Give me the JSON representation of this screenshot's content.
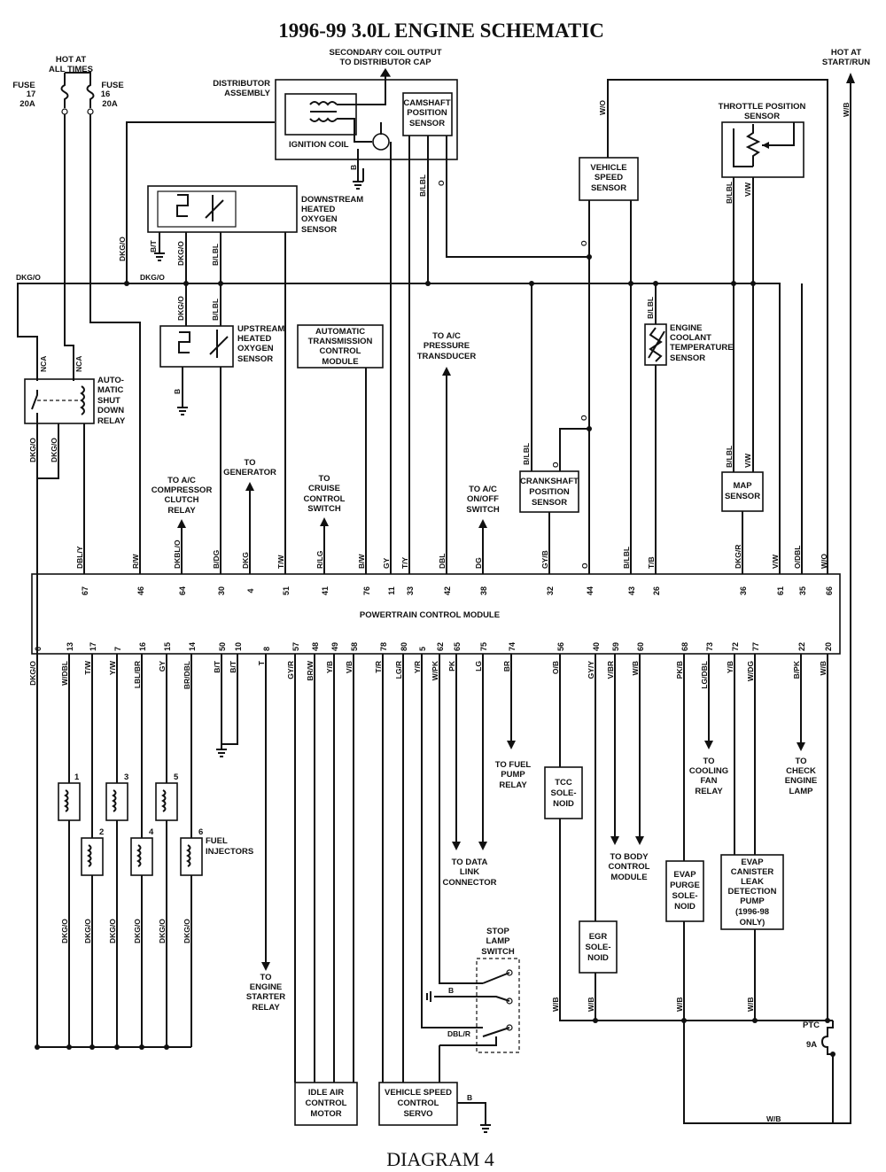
{
  "title": "1996-99 3.0L ENGINE SCHEMATIC",
  "footer": "DIAGRAM 4",
  "labels": {
    "hot_at_all_times": [
      "HOT AT",
      "ALL TIMES"
    ],
    "hot_at_start_run": [
      "HOT AT",
      "START/RUN"
    ],
    "fuse17": [
      "FUSE",
      "17",
      "20A"
    ],
    "fuse16": [
      "FUSE",
      "16",
      "20A"
    ],
    "secondary_coil": [
      "SECONDARY COIL OUTPUT",
      "TO DISTRIBUTOR CAP"
    ],
    "distributor_assembly": [
      "DISTRIBUTOR",
      "ASSEMBLY"
    ],
    "ignition_coil": "IGNITION COIL",
    "camshaft_sensor": [
      "CAMSHAFT",
      "POSITION",
      "SENSOR"
    ],
    "vehicle_speed_sensor": [
      "VEHICLE",
      "SPEED",
      "SENSOR"
    ],
    "throttle_position_sensor": [
      "THROTTLE POSITION",
      "SENSOR"
    ],
    "downstream_o2": [
      "DOWNSTREAM",
      "HEATED",
      "OXYGEN",
      "SENSOR"
    ],
    "upstream_o2": [
      "UPSTREAM",
      "HEATED",
      "OXYGEN",
      "SENSOR"
    ],
    "atcm": [
      "AUTOMATIC",
      "TRANSMISSION",
      "CONTROL",
      "MODULE"
    ],
    "ac_pressure": [
      "TO A/C",
      "PRESSURE",
      "TRANSDUCER"
    ],
    "ect_sensor": [
      "ENGINE",
      "COOLANT",
      "TEMPERATURE",
      "SENSOR"
    ],
    "asd_relay": [
      "AUTO-",
      "MATIC",
      "SHUT",
      "DOWN",
      "RELAY"
    ],
    "nca": "NCA",
    "ac_clutch_relay": [
      "TO A/C",
      "COMPRESSOR",
      "CLUTCH",
      "RELAY"
    ],
    "to_generator": [
      "TO",
      "GENERATOR"
    ],
    "to_cruise": [
      "TO",
      "CRUISE",
      "CONTROL",
      "SWITCH"
    ],
    "ac_onoff": [
      "TO A/C",
      "ON/OFF",
      "SWITCH"
    ],
    "crankshaft_sensor": [
      "CRANKSHAFT",
      "POSITION",
      "SENSOR"
    ],
    "map_sensor": [
      "MAP",
      "SENSOR"
    ],
    "pcm": "POWERTRAIN CONTROL MODULE",
    "fuel_injectors": [
      "FUEL",
      "INJECTORS"
    ],
    "to_fuel_pump": [
      "TO FUEL",
      "PUMP",
      "RELAY"
    ],
    "tcc_solenoid": [
      "TCC",
      "SOLE-",
      "NOID"
    ],
    "to_data_link": [
      "TO DATA",
      "LINK",
      "CONNECTOR"
    ],
    "to_body_control": [
      "TO BODY",
      "CONTROL",
      "MODULE"
    ],
    "to_cooling_fan": [
      "TO",
      "COOLING",
      "FAN",
      "RELAY"
    ],
    "to_check_engine": [
      "TO",
      "CHECK",
      "ENGINE",
      "LAMP"
    ],
    "evap_purge": [
      "EVAP",
      "PURGE",
      "SOLE-",
      "NOID"
    ],
    "evap_leak": [
      "EVAP",
      "CANISTER",
      "LEAK",
      "DETECTION",
      "PUMP",
      "(1996-98",
      "ONLY)"
    ],
    "egr_solenoid": [
      "EGR",
      "SOLE-",
      "NOID"
    ],
    "stop_lamp_switch": [
      "STOP",
      "LAMP",
      "SWITCH"
    ],
    "to_starter_relay": [
      "TO",
      "ENGINE",
      "STARTER",
      "RELAY"
    ],
    "idle_air": [
      "IDLE AIR",
      "CONTROL",
      "MOTOR"
    ],
    "speed_control_servo": [
      "VEHICLE SPEED",
      "CONTROL",
      "SERVO"
    ],
    "ptc": [
      "PTC",
      "9A"
    ],
    "injector_numbers": [
      "1",
      "2",
      "3",
      "4",
      "5",
      "6"
    ]
  },
  "top_pins": [
    {
      "pin": "67",
      "wire": "DBL/Y"
    },
    {
      "pin": "46",
      "wire": "R/W"
    },
    {
      "pin": "64",
      "wire": "DKBL/O"
    },
    {
      "pin": "30",
      "wire": "B/DG"
    },
    {
      "pin": "4",
      "wire": "DKG"
    },
    {
      "pin": "51",
      "wire": "T/W"
    },
    {
      "pin": "41",
      "wire": "R/LG"
    },
    {
      "pin": "76",
      "wire": "B/W"
    },
    {
      "pin": "11",
      "wire": "GY"
    },
    {
      "pin": "33",
      "wire": "T/Y"
    },
    {
      "pin": "42",
      "wire": "DBL"
    },
    {
      "pin": "38",
      "wire": "DG"
    },
    {
      "pin": "32",
      "wire": "GY/B"
    },
    {
      "pin": "44",
      "wire": "O"
    },
    {
      "pin": "43",
      "wire": "B/LBL"
    },
    {
      "pin": "26",
      "wire": "T/B"
    },
    {
      "pin": "36",
      "wire": "DKG/R"
    },
    {
      "pin": "61",
      "wire": "V/W"
    },
    {
      "pin": "35",
      "wire": "O/DBL"
    },
    {
      "pin": "66",
      "wire": "W/O"
    }
  ],
  "bottom_pins": [
    {
      "pin": "6",
      "wire": "DKG/O"
    },
    {
      "pin": "13",
      "wire": "W/DBL"
    },
    {
      "pin": "17",
      "wire": "T/W"
    },
    {
      "pin": "7",
      "wire": "Y/W"
    },
    {
      "pin": "16",
      "wire": "LBL/BR"
    },
    {
      "pin": "15",
      "wire": "GY"
    },
    {
      "pin": "14",
      "wire": "BR/DBL"
    },
    {
      "pin": "50",
      "wire": "B/T"
    },
    {
      "pin": "10",
      "wire": "B/T"
    },
    {
      "pin": "8",
      "wire": "T"
    },
    {
      "pin": "57",
      "wire": "GY/R"
    },
    {
      "pin": "48",
      "wire": "BR/W"
    },
    {
      "pin": "49",
      "wire": "Y/B"
    },
    {
      "pin": "58",
      "wire": "V/B"
    },
    {
      "pin": "78",
      "wire": "T/R"
    },
    {
      "pin": "80",
      "wire": "LG/R"
    },
    {
      "pin": "5",
      "wire": "Y/R"
    },
    {
      "pin": "62",
      "wire": "W/PK"
    },
    {
      "pin": "65",
      "wire": "PK"
    },
    {
      "pin": "75",
      "wire": "LG"
    },
    {
      "pin": "74",
      "wire": "BR"
    },
    {
      "pin": "56",
      "wire": "O/B"
    },
    {
      "pin": "40",
      "wire": "GY/Y"
    },
    {
      "pin": "59",
      "wire": "V/BR"
    },
    {
      "pin": "60",
      "wire": "W/B"
    },
    {
      "pin": "68",
      "wire": "PK/B"
    },
    {
      "pin": "73",
      "wire": "LG/DBL"
    },
    {
      "pin": "72",
      "wire": "Y/B"
    },
    {
      "pin": "77",
      "wire": "W/DG"
    },
    {
      "pin": "22",
      "wire": "B/PK"
    },
    {
      "pin": "20",
      "wire": "W/B"
    }
  ],
  "wires": {
    "dkgo": "DKG/O",
    "bt": "B/T",
    "blbl": "B/LBL",
    "b": "B",
    "o": "O",
    "wo": "W/O",
    "vw": "V/W",
    "wb": "W/B",
    "dblr": "DBL/R",
    "gyb": "GY/B"
  }
}
